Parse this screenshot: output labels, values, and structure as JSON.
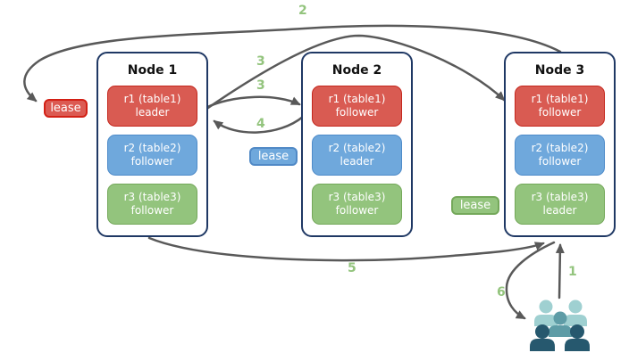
{
  "diagram": {
    "nodes": [
      {
        "title": "Node 1",
        "replicas": [
          {
            "name": "r1 (table1)",
            "role": "leader",
            "color": "red"
          },
          {
            "name": "r2 (table2)",
            "role": "follower",
            "color": "blue"
          },
          {
            "name": "r3 (table3)",
            "role": "follower",
            "color": "green"
          }
        ]
      },
      {
        "title": "Node 2",
        "replicas": [
          {
            "name": "r1 (table1)",
            "role": "follower",
            "color": "red"
          },
          {
            "name": "r2 (table2)",
            "role": "leader",
            "color": "blue"
          },
          {
            "name": "r3 (table3)",
            "role": "follower",
            "color": "green"
          }
        ]
      },
      {
        "title": "Node 3",
        "replicas": [
          {
            "name": "r1 (table1)",
            "role": "follower",
            "color": "red"
          },
          {
            "name": "r2 (table2)",
            "role": "follower",
            "color": "blue"
          },
          {
            "name": "r3 (table3)",
            "role": "leader",
            "color": "green"
          }
        ]
      }
    ],
    "leases": [
      {
        "label": "lease",
        "color": "red"
      },
      {
        "label": "lease",
        "color": "blue"
      },
      {
        "label": "lease",
        "color": "green"
      }
    ],
    "steps": {
      "s1": "1",
      "s2": "2",
      "s3a": "3",
      "s3b": "3",
      "s4": "4",
      "s5": "5",
      "s6": "6"
    },
    "colors": {
      "red_fill": "#D95B52",
      "red_border": "#C4271D",
      "blue_fill": "#6FA8DC",
      "blue_border": "#4E8BC9",
      "green_fill": "#93C47D",
      "green_border": "#74A85A",
      "node_border": "#1F3864",
      "arrow": "#595959",
      "step_label": "#93C47D",
      "lease_red_border": "#D32015",
      "users_light": "#9FD0D1",
      "users_medium": "#5E9CA6",
      "users_dark": "#26586E"
    }
  }
}
